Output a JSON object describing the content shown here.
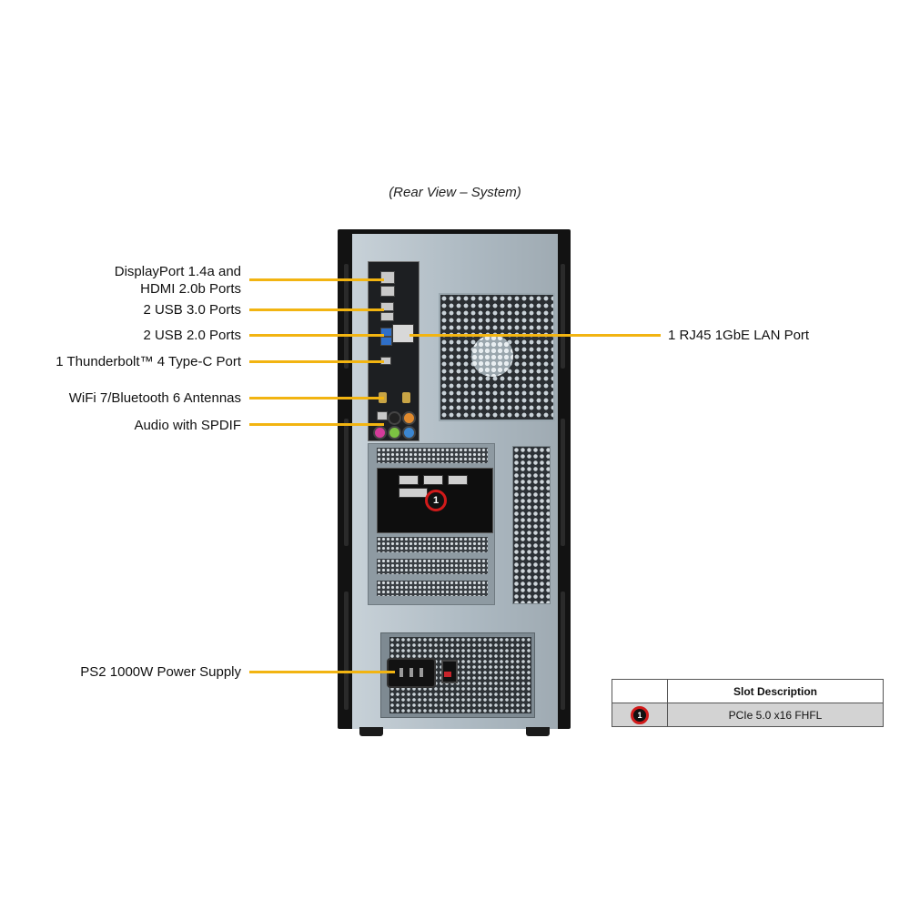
{
  "caption": "(Rear View – System)",
  "callouts": {
    "displayport": [
      "DisplayPort 1.4a and",
      "HDMI 2.0b Ports"
    ],
    "usb3": "2 USB 3.0 Ports",
    "usb2": "2 USB 2.0 Ports",
    "thunderbolt": "1 Thunderbolt™ 4 Type-C Port",
    "wifi": "WiFi 7/Bluetooth 6 Antennas",
    "audio": "Audio with SPDIF",
    "power": "PS2 1000W Power Supply",
    "lan": "1 RJ45 1GbE LAN Port"
  },
  "slot_marker": "1",
  "slot_table": {
    "header_blank": "",
    "header": "Slot Description",
    "rows": [
      {
        "marker": "1",
        "description": "PCIe 5.0 x16 FHFL"
      }
    ]
  },
  "colors": {
    "leader": "#f2b411",
    "marker_ring": "#d11a1a",
    "panel": "#b5c2cb"
  }
}
